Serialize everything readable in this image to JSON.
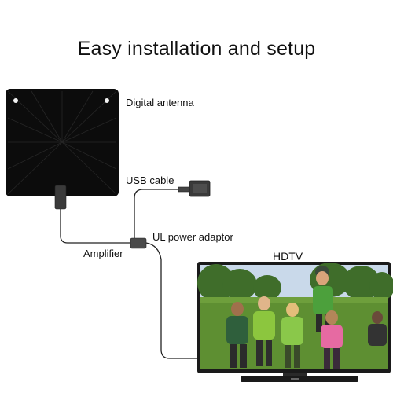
{
  "title": "Easy installation and setup",
  "labels": {
    "antenna": "Digital antenna",
    "usb_cable": "USB cable",
    "power_adaptor": "UL power adaptor",
    "amplifier": "Amplifier",
    "hdtv": "HDTV"
  },
  "colors": {
    "antenna": "#0c0c0c",
    "cable": "#222222",
    "tv_bezel": "#1a1a1a",
    "sky": "#c9d9ea",
    "grass": "#5e8f32",
    "trees": "#3f6d2a"
  }
}
